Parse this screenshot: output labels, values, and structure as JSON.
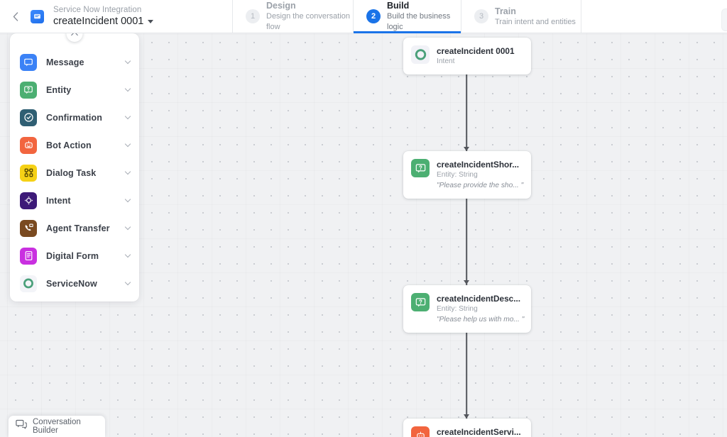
{
  "header": {
    "back_icon": "chevron-left-icon",
    "app_icon": "app-logo-icon",
    "subtitle": "Service Now Integration",
    "title": "createIncident 0001",
    "dropdown_icon": "caret-down-icon",
    "steps": [
      {
        "num": "1",
        "name": "Design",
        "desc": "Design the conversation flow",
        "active": false
      },
      {
        "num": "2",
        "name": "Build",
        "desc": "Build the business logic",
        "active": true
      },
      {
        "num": "3",
        "name": "Train",
        "desc": "Train intent and entities",
        "active": false
      }
    ]
  },
  "palette": {
    "collapse_icon": "chevron-up-icon",
    "items": [
      {
        "label": "Message",
        "icon": "message-bubble-icon",
        "color": "#3b82f6",
        "chevron": "chevron-down-icon"
      },
      {
        "label": "Entity",
        "icon": "entity-icon",
        "color": "#4caf72",
        "chevron": "chevron-down-icon"
      },
      {
        "label": "Confirmation",
        "icon": "check-circle-icon",
        "color": "#2f5f73",
        "chevron": "chevron-down-icon"
      },
      {
        "label": "Bot Action",
        "icon": "bot-action-icon",
        "color": "#f2653f",
        "chevron": "chevron-down-icon"
      },
      {
        "label": "Dialog Task",
        "icon": "dialog-task-icon",
        "color": "#f5d116",
        "chevron": "chevron-down-icon"
      },
      {
        "label": "Intent",
        "icon": "intent-target-icon",
        "color": "#3d1a78",
        "chevron": "chevron-down-icon"
      },
      {
        "label": "Agent Transfer",
        "icon": "agent-transfer-icon",
        "color": "#7a4a20",
        "chevron": "chevron-down-icon"
      },
      {
        "label": "Digital Form",
        "icon": "digital-form-icon",
        "color": "#c930e0",
        "chevron": "chevron-down-icon"
      },
      {
        "label": "ServiceNow",
        "icon": "servicenow-icon",
        "color": "#f3f4f8",
        "chevron": "chevron-down-icon"
      }
    ]
  },
  "flow": {
    "nodes": [
      {
        "title": "createIncident 0001",
        "subtitle": "Intent",
        "quote": "",
        "icon": "servicenow-icon",
        "icon_color": "#f1f2f7"
      },
      {
        "title": "createIncidentShor...",
        "subtitle": "Entity: String",
        "quote": "\"Please provide the sho... \"",
        "icon": "entity-icon",
        "icon_color": "#4caf72"
      },
      {
        "title": "createIncidentDesc...",
        "subtitle": "Entity: String",
        "quote": "\"Please help us with mo... \"",
        "icon": "entity-icon",
        "icon_color": "#4caf72"
      },
      {
        "title": "createIncidentServi...",
        "subtitle": "",
        "quote": "",
        "icon": "bot-action-icon",
        "icon_color": "#f2653f"
      }
    ]
  },
  "bottom_bar": {
    "conversation_builder_label": "Conversation Builder",
    "conversation_builder_icon": "conversation-builder-icon"
  }
}
